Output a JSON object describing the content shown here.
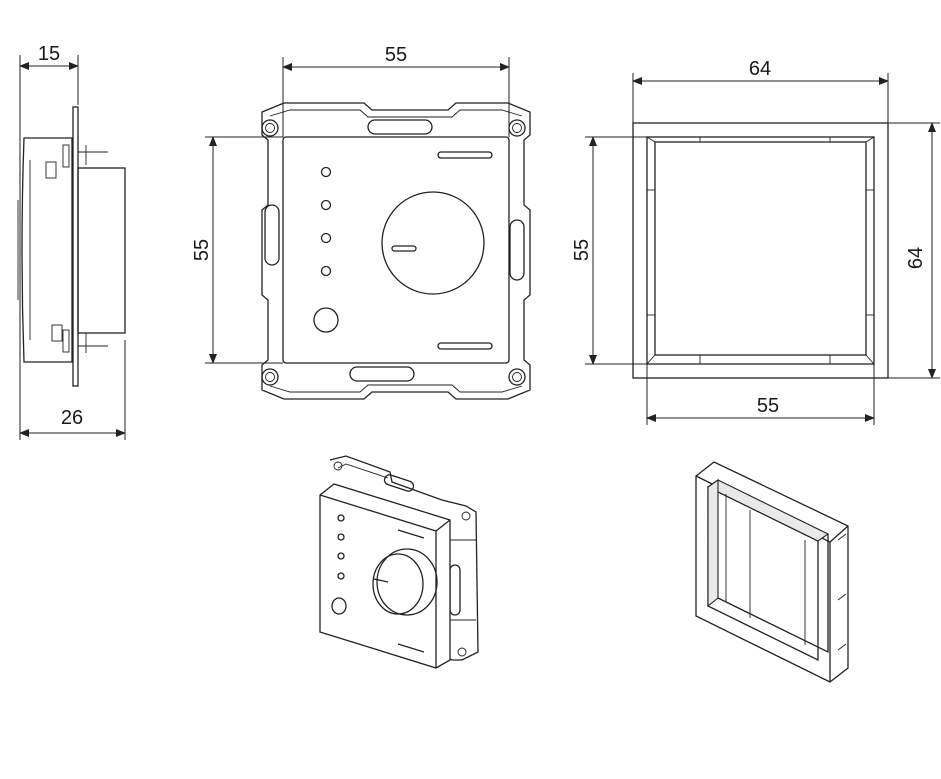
{
  "dimensions": {
    "side_top": "15",
    "side_bottom": "26",
    "front_width": "55",
    "front_height": "55",
    "frame_outer_width": "64",
    "frame_outer_height": "64",
    "frame_inner_height": "55",
    "frame_inner_width": "55"
  },
  "colors": {
    "line": "#222222",
    "background": "#ffffff",
    "shade": "#e9e9e9"
  }
}
